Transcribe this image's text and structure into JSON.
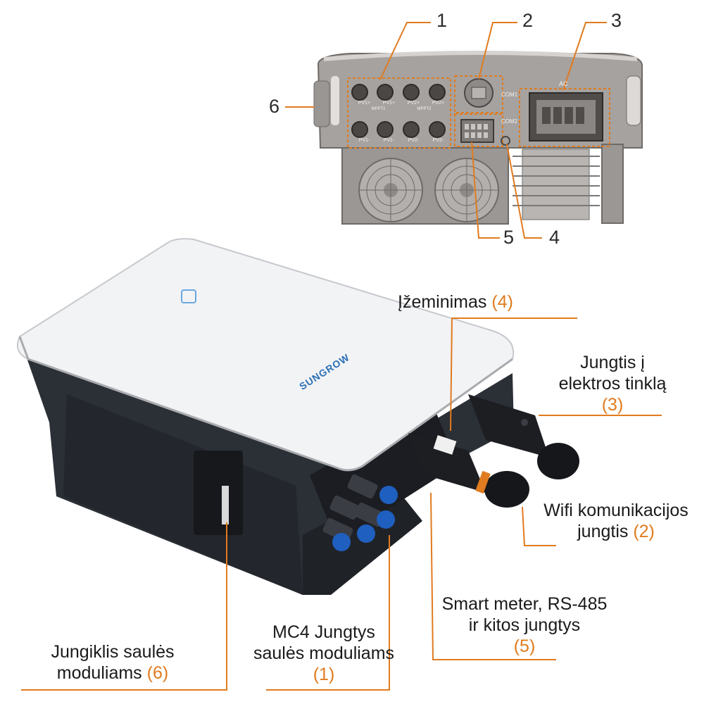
{
  "diagram_numbers": [
    "1",
    "2",
    "3",
    "4",
    "5",
    "6"
  ],
  "port_labels": {
    "pv_top": [
      "PV1+",
      "PV1+",
      "PV2+",
      "PV2+"
    ],
    "pv_bottom": [
      "PV1-",
      "PV1-",
      "PV2-",
      "PV2-"
    ],
    "mppt": [
      "MPPT1",
      "MPPT2"
    ],
    "com1": "COM1",
    "com2": "COM2",
    "ac": "AC"
  },
  "brand": "SUNGROW",
  "callouts": {
    "grounding": {
      "text": "Įžeminimas",
      "num": "(4)"
    },
    "grid": {
      "line1": "Jungtis į",
      "line2": "elektros tinklą",
      "num": "(3)"
    },
    "wifi": {
      "line1": "Wifi komunikacijos",
      "line2": "jungtis",
      "num": "(2)"
    },
    "smart_meter": {
      "line1": "Smart meter, RS-485",
      "line2": "ir kitos jungtys",
      "num": "(5)"
    },
    "mc4": {
      "line1": "MC4 Jungtys",
      "line2": "saulės moduliams",
      "num": "(1)"
    },
    "switch": {
      "line1": "Jungiklis saulės",
      "line2": "moduliams",
      "num": "(6)"
    }
  },
  "colors": {
    "accent": "#e07b1f",
    "device_body": "#2b2f36",
    "device_top": "#f4f5f7",
    "connector_blue": "#1f5fbf"
  }
}
